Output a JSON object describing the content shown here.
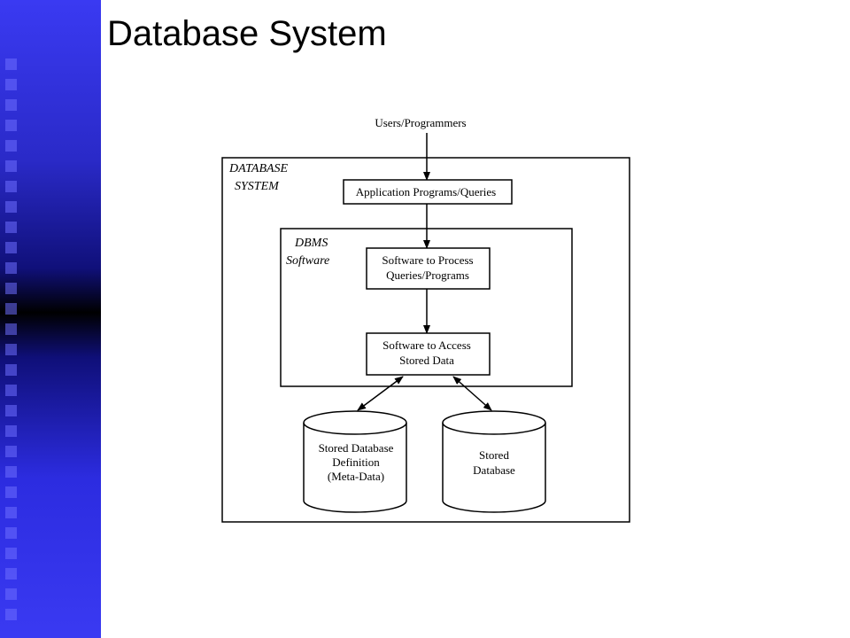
{
  "title": "Database System",
  "colors": {
    "sidebar": "#3a3af2",
    "background": "#ffffff",
    "stroke": "#000000"
  },
  "diagram": {
    "users": "Users/Programmers",
    "database_system_line1": "DATABASE",
    "database_system_line2": "SYSTEM",
    "application": "Application Programs/Queries",
    "dbms_line1": "DBMS",
    "dbms_line2": "Software",
    "process_line1": "Software to Process",
    "process_line2": "Queries/Programs",
    "access_line1": "Software to Access",
    "access_line2": "Stored Data",
    "meta_line1": "Stored Database",
    "meta_line2": "Definition",
    "meta_line3": "(Meta-Data)",
    "stored_line1": "Stored",
    "stored_line2": "Database"
  }
}
